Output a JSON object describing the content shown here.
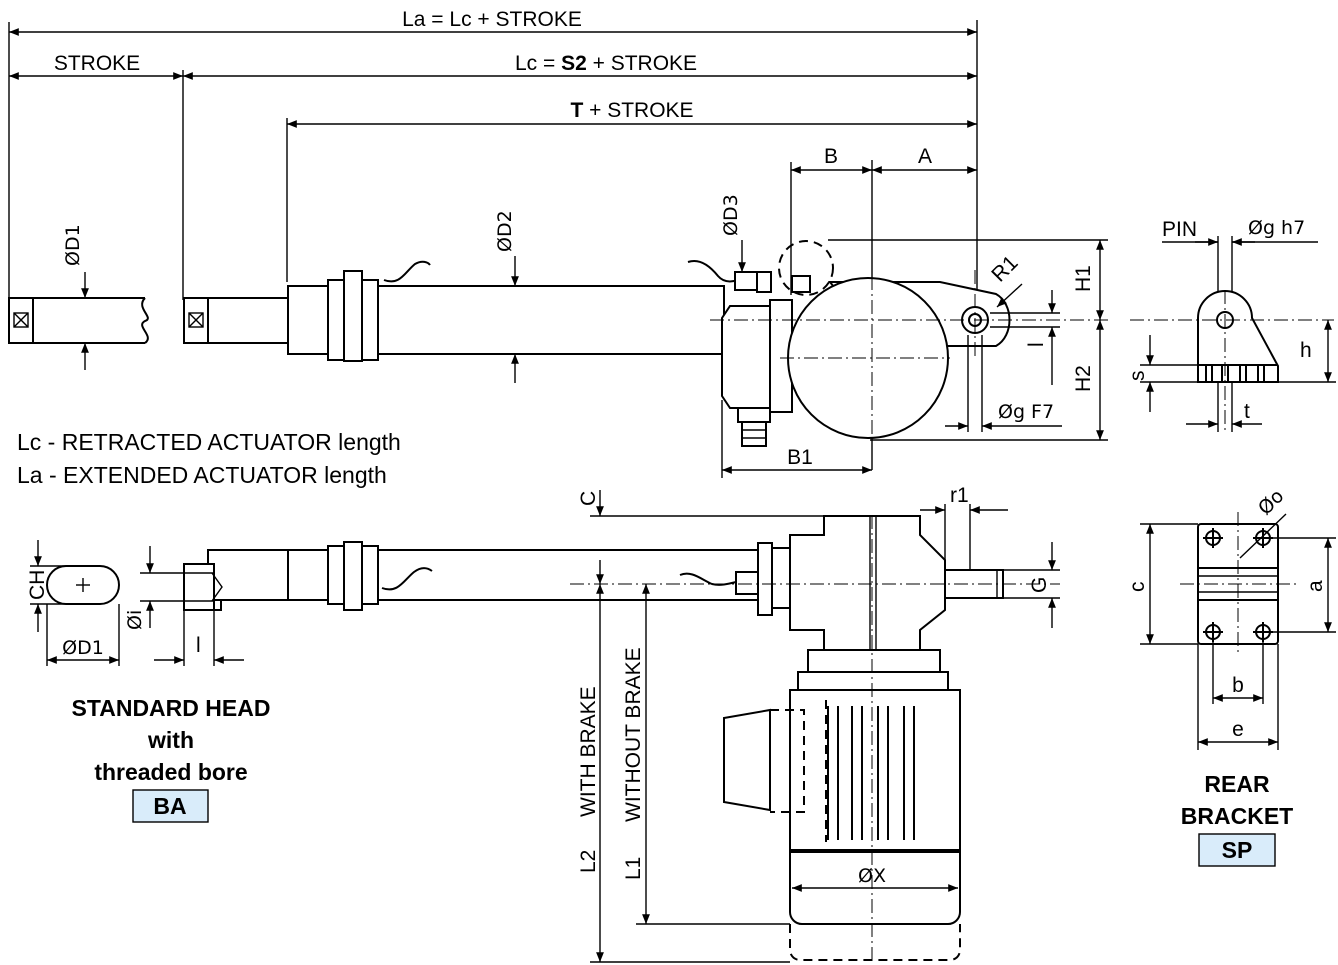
{
  "dimensions": {
    "la": "La = Lc + STROKE",
    "stroke": "STROKE",
    "lc_prefix": "Lc = ",
    "lc_bold": "S2",
    "lc_suffix": " + STROKE",
    "t_bold": "T",
    "t_suffix": " + STROKE",
    "b": "B",
    "a": "A",
    "d1": "ØD1",
    "d2": "ØD2",
    "d3": "ØD3",
    "r1": "R1",
    "h1": "H1",
    "h2": "H2",
    "l_side": "l",
    "g_f7": "Øg F7",
    "b1": "B1",
    "c_top": "C",
    "r1_small": "r1",
    "g_cap": "G",
    "ch": "CH",
    "d1_head": "ØD1",
    "i_bore": "Øi",
    "l_head": "l",
    "with_brake": "WITH BRAKE",
    "without_brake": "WITHOUT BRAKE",
    "l2": "L2",
    "l1": "L1",
    "x": "ØX"
  },
  "pin_detail": {
    "pin": "PIN",
    "g_h7": "Øg h7",
    "h": "h",
    "s": "s",
    "t": "t"
  },
  "bracket_detail": {
    "o": "Øo",
    "c": "c",
    "a": "a",
    "b": "b",
    "e": "e"
  },
  "legend": {
    "lc": "Lc - RETRACTED ACTUATOR length",
    "la": "La - EXTENDED ACTUATOR length"
  },
  "standard_head": {
    "line1": "STANDARD  HEAD",
    "line2": "with",
    "line3": "threaded  bore",
    "code": "BA"
  },
  "rear_bracket": {
    "line1": "REAR",
    "line2": "BRACKET",
    "code": "SP"
  }
}
